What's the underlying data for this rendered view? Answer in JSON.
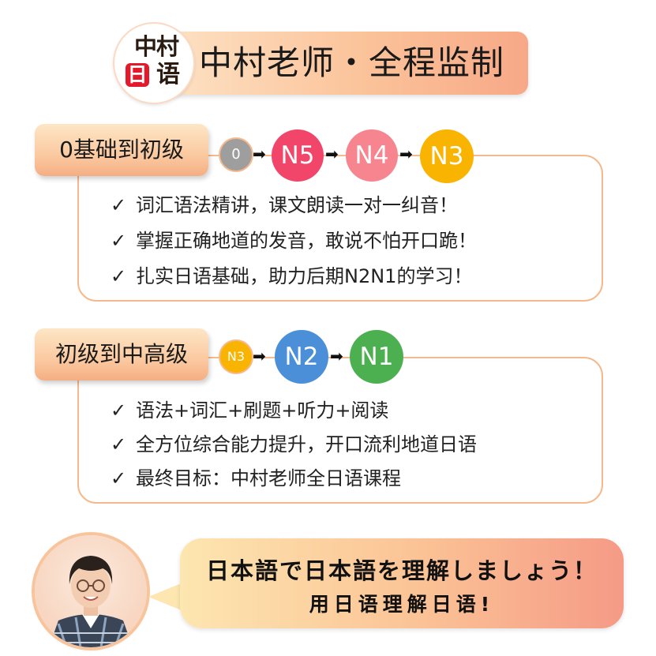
{
  "header": {
    "title": "中村老师・全程监制",
    "logo": {
      "line1": "中村",
      "ri": "日",
      "yu": "语"
    }
  },
  "section1": {
    "label": "0基础到初级",
    "levels": [
      "0",
      "N5",
      "N4",
      "N3"
    ],
    "bullets": [
      "词汇语法精讲，课文朗读一对一纠音！",
      "掌握正确地道的发音，敢说不怕开口跪！",
      "扎实日语基础，助力后期N2N1的学习！"
    ]
  },
  "section2": {
    "label": "初级到中高级",
    "levels": [
      "N3",
      "N2",
      "N1"
    ],
    "bullets": [
      "语法+词汇+刷题+听力+阅读",
      "全方位综合能力提升，开口流利地道日语",
      "最终目标：中村老师全日语课程"
    ]
  },
  "check_mark": "✓",
  "speech": {
    "line1": "日本語で日本語を理解しましょう！",
    "line2": "用日语理解日语!"
  },
  "colors": {
    "accent_border": "#f6b98d",
    "level_0": "#9e9e9e",
    "n5": "#f2456a",
    "n4": "#f6858f",
    "n3": "#f8b400",
    "n2": "#4a8fd8",
    "n1": "#4caf50"
  }
}
